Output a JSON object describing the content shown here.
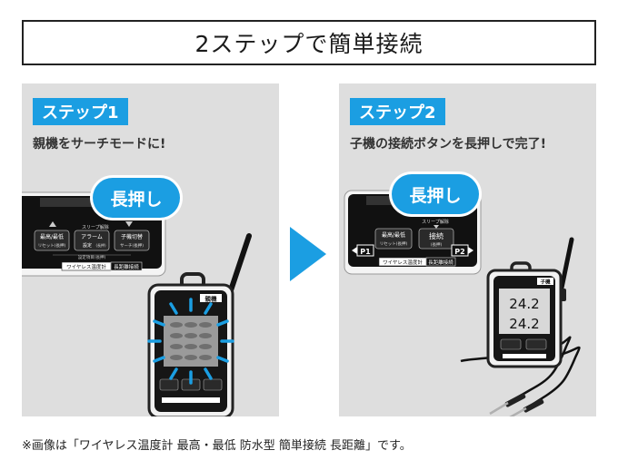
{
  "title": "2ステップで簡単接続",
  "steps": [
    {
      "badge": "ステップ1",
      "caption": "親機をサーチモードに!",
      "press_label": "長押し",
      "device": {
        "sleep_label": "スリープ解除",
        "btn_max_min_line1": "最高/最低",
        "btn_max_min_line2": "リセット(長押)",
        "btn_alarm_line1": "アラーム",
        "btn_alarm_line2": "設定",
        "btn_alarm_line3": "(長押)",
        "btn_child_line1": "子機切替",
        "btn_child_line2": "サーチ(長押)",
        "settings_label": "設定項目(長押)",
        "brand_strip_1": "ワイヤレス温度計",
        "brand_strip_2": "長距離接続",
        "parent_tag": "親機"
      }
    },
    {
      "badge": "ステップ2",
      "caption": "子機の接続ボタンを長押しで完了!",
      "press_label": "長押し",
      "device": {
        "sleep_label": "スリープ解除",
        "btn_max_min_line1": "最高/最低",
        "btn_max_min_line2": "リセット(長押)",
        "btn_connect_line1": "接続",
        "btn_connect_line2": "(長押)",
        "p1": "P1",
        "p2": "P2",
        "brand_strip_1": "ワイヤレス温度計",
        "brand_strip_2": "長距離接続",
        "child_tag": "子機",
        "reading_1": "24.2",
        "reading_2": "24.2"
      }
    }
  ],
  "footnote": "※画像は「ワイヤレス温度計 最高・最低 防水型 簡単接続 長距離」です。",
  "colors": {
    "accent": "#1b9ee2",
    "panel_bg": "#dedede"
  }
}
